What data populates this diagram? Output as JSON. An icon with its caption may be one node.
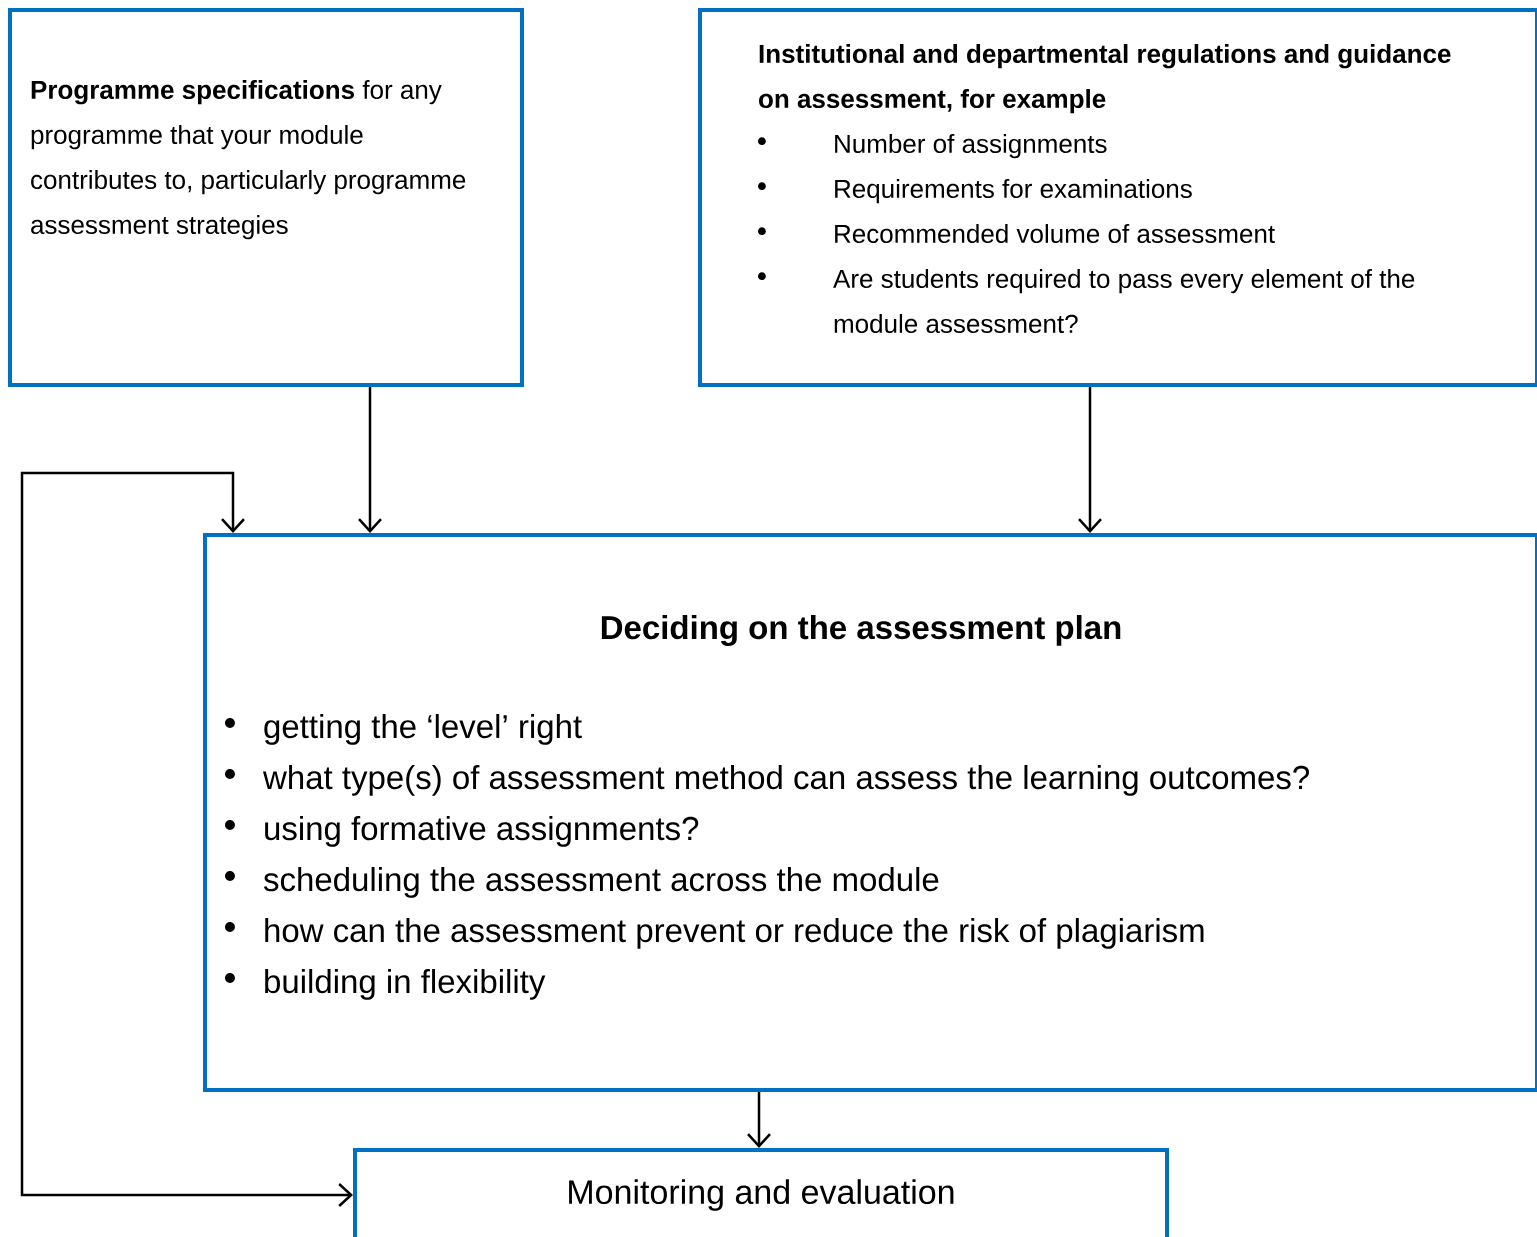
{
  "diagram": {
    "nodes": [
      {
        "text": [
          "**Programme specifications** for any programme that your module contributes to, particularly programme assessment strategies"
        ]
      },
      {
        "text": [
          "Institutional and departmental regulations and guidance on assessment,  for example",
          "Number of assignments",
          "Requirements for examinations",
          "Recommended volume of assessment",
          "Are students required to pass every element of the module assessment?"
        ]
      },
      {
        "text": [
          "Deciding on the assessment plan",
          "getting the ‘level’ right",
          "what type(s) of assessment method can assess the learning outcomes?",
          "using formative assignments?",
          "scheduling the assessment across the module",
          "how can the assessment prevent or reduce the risk of plagiarism",
          "building in flexibility"
        ]
      },
      {
        "text": [
          "Monitoring and evaluation"
        ]
      }
    ],
    "edges": [
      {
        "from": 0,
        "to": 2,
        "arrow": "to"
      },
      {
        "from": 1,
        "to": 2,
        "arrow": "to"
      },
      {
        "from": 2,
        "to": 3,
        "arrow": "to"
      },
      {
        "from": 3,
        "to": 2,
        "arrow": "both"
      }
    ]
  }
}
